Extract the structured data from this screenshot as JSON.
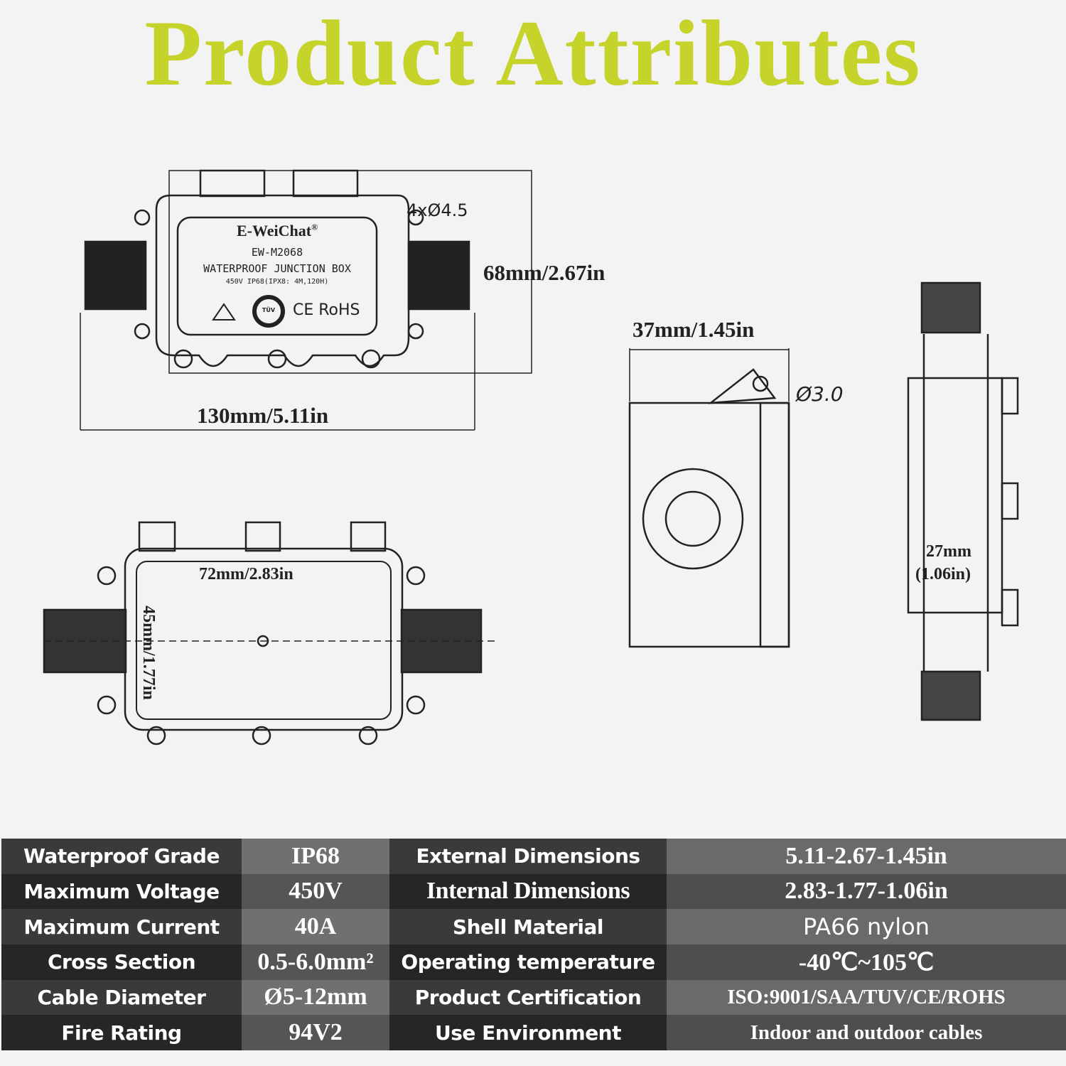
{
  "title": "Product Attributes",
  "label": {
    "brand": "E-WeiChat",
    "registered": "®",
    "model": "EW-M2068",
    "product": "WATERPROOF JUNCTION BOX",
    "rating": "450V  IP68(IPX8: 4M,120H)",
    "cert_tuv": "TÜV",
    "cert_ce_rohs": "CE RoHS"
  },
  "dimensions": {
    "holes": "4xØ4.5",
    "height": "68mm/2.67in",
    "length": "130mm/5.11in",
    "depth": "37mm/1.45in",
    "hole_side": "Ø3.0",
    "inner_length": "72mm/2.83in",
    "inner_width": "45mm/1.77in",
    "inner_depth_mm": "27mm",
    "inner_depth_in": "(1.06in)"
  },
  "colors": {
    "title": "#c5d32b",
    "table_dark": "#2c2c2c",
    "table_mid": "#5a5a5a"
  },
  "table": [
    {
      "k1": "Waterproof Grade",
      "v1": "IP68",
      "k2": "External Dimensions",
      "v2": "5.11-2.67-1.45in"
    },
    {
      "k1": "Maximum Voltage",
      "v1": "450V",
      "k2": "Internal Dimensions",
      "v2": "2.83-1.77-1.06in"
    },
    {
      "k1": "Maximum Current",
      "v1": "40A",
      "k2": "Shell Material",
      "v2": "PA66 nylon"
    },
    {
      "k1": "Cross Section",
      "v1": "0.5-6.0mm²",
      "k2": "Operating temperature",
      "v2": "-40℃~105℃"
    },
    {
      "k1": "Cable Diameter",
      "v1": "Ø5-12mm",
      "k2": "Product Certification",
      "v2": "ISO:9001/SAA/TUV/CE/ROHS"
    },
    {
      "k1": "Fire Rating",
      "v1": "94V2",
      "k2": "Use Environment",
      "v2": "Indoor and outdoor cables"
    }
  ]
}
